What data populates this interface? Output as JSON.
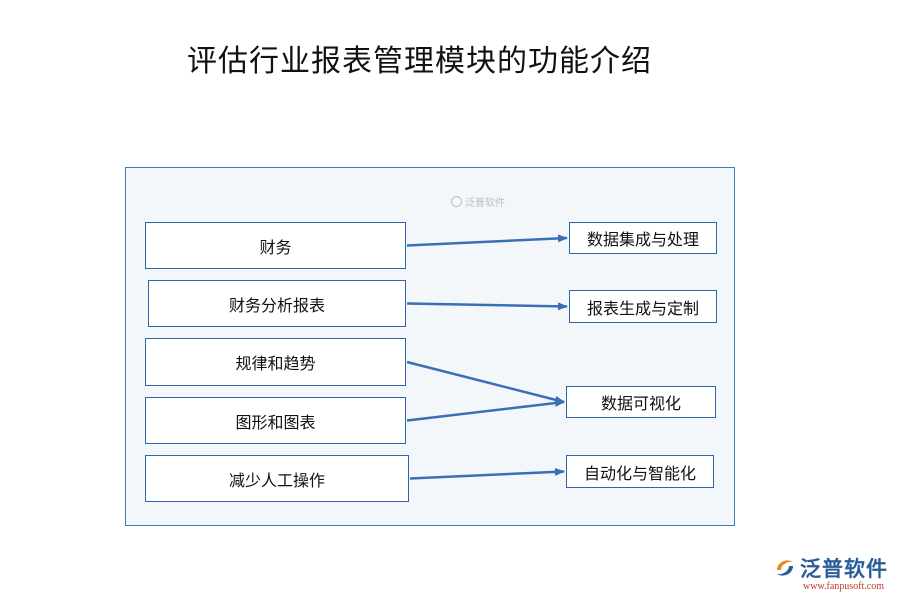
{
  "title": "评估行业报表管理模块的功能介绍",
  "watermark": "泛普软件",
  "left_nodes": [
    {
      "id": "finance",
      "label": "财务"
    },
    {
      "id": "finance-report",
      "label": "财务分析报表"
    },
    {
      "id": "patterns",
      "label": "规律和趋势"
    },
    {
      "id": "charts",
      "label": "图形和图表"
    },
    {
      "id": "reduce-labor",
      "label": "减少人工操作"
    }
  ],
  "right_nodes": [
    {
      "id": "data-integration",
      "label": "数据集成与处理"
    },
    {
      "id": "report-generation",
      "label": "报表生成与定制"
    },
    {
      "id": "visualization",
      "label": "数据可视化"
    },
    {
      "id": "automation",
      "label": "自动化与智能化"
    }
  ],
  "edges": [
    {
      "from": "finance",
      "to": "data-integration"
    },
    {
      "from": "finance-report",
      "to": "report-generation"
    },
    {
      "from": "patterns",
      "to": "visualization"
    },
    {
      "from": "charts",
      "to": "visualization"
    },
    {
      "from": "reduce-labor",
      "to": "automation"
    }
  ],
  "brand": {
    "name": "泛普软件",
    "url": "www.fanpusoft.com",
    "colors": {
      "name": "#2a5d98",
      "url": "#c0392b",
      "logo_orange": "#e58a2b",
      "logo_blue": "#2a5d98"
    }
  },
  "colors": {
    "box_border": "#2f66a8",
    "arrow": "#3a6fb6",
    "panel_border": "#3b7bbf",
    "panel_bg": "#f4f7fa"
  }
}
